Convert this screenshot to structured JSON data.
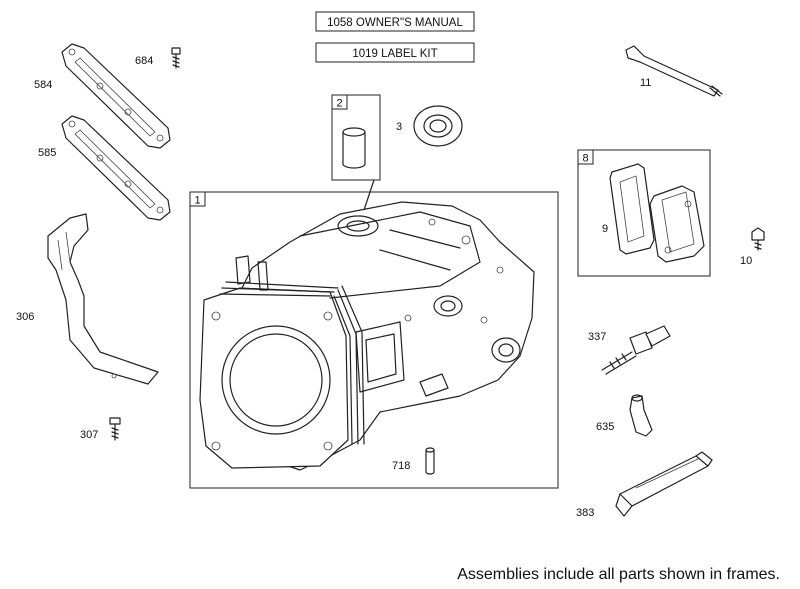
{
  "kits": {
    "owners_manual": "1058 OWNER\"S MANUAL",
    "label_kit": "1019 LABEL KIT"
  },
  "frames": {
    "cylinder": "1",
    "guide_seal": "2",
    "breather": "8"
  },
  "parts": {
    "p684": "684",
    "p584": "584",
    "p585": "585",
    "p306": "306",
    "p307": "307",
    "p3": "3",
    "p11": "11",
    "p9": "9",
    "p10": "10",
    "p337": "337",
    "p635": "635",
    "p383": "383",
    "p718": "718"
  },
  "footer": "Assemblies include all parts shown in frames."
}
